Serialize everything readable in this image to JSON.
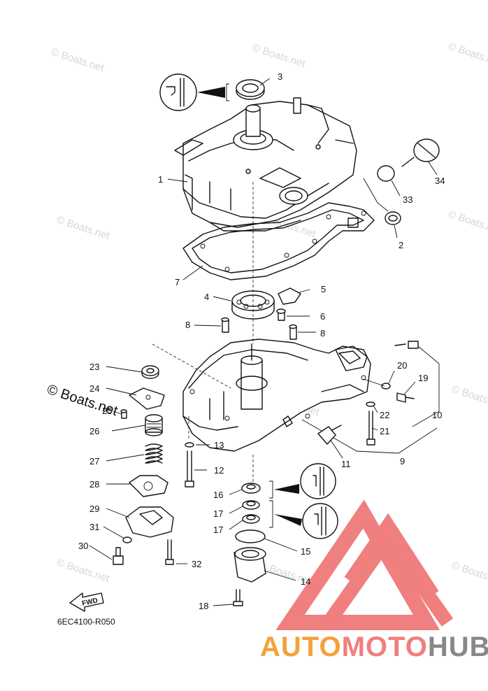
{
  "watermark": "© Boats.net",
  "watermark_large": "© Boats.net",
  "diagram_code": "6EC4100-R050",
  "fwd_label": "FWD",
  "brand": {
    "part1": "AUTO",
    "part2": "MOTO",
    "part3": "HUB",
    "color1": "#f2a23a",
    "color2": "#f07f7f",
    "color3": "#888888"
  },
  "callouts": [
    "1",
    "2",
    "3",
    "4",
    "5",
    "6",
    "7",
    "8",
    "8",
    "9",
    "10",
    "11",
    "12",
    "13",
    "14",
    "15",
    "16",
    "17",
    "17",
    "18",
    "19",
    "20",
    "21",
    "22",
    "23",
    "24",
    "25",
    "26",
    "27",
    "28",
    "29",
    "30",
    "31",
    "32",
    "33",
    "34"
  ]
}
